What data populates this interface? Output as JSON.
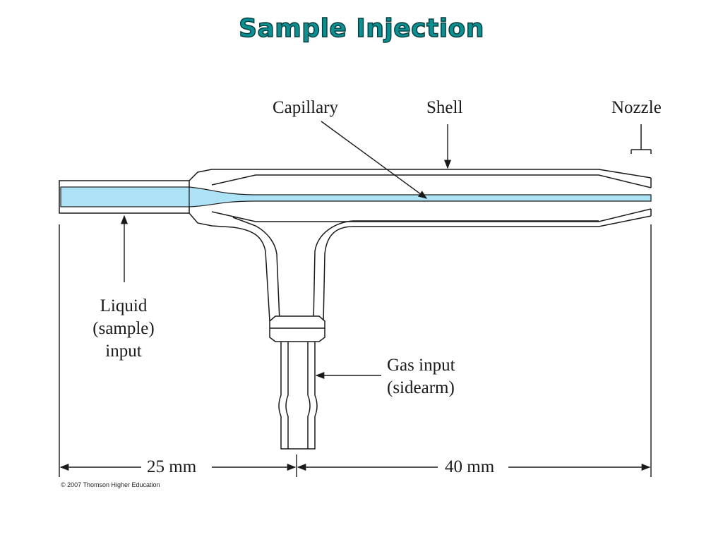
{
  "title": "Sample Injection",
  "labels": {
    "capillary": "Capillary",
    "shell": "Shell",
    "nozzle": "Nozzle",
    "liquid_input": [
      "Liquid",
      "(sample)",
      "input"
    ],
    "gas_input": [
      "Gas input",
      "(sidearm)"
    ],
    "dim_left": "25 mm",
    "dim_right": "40 mm"
  },
  "copyright": "© 2007 Thomson Higher Education",
  "colors": {
    "title_fill": "#0a8f92",
    "liquid": "#aee3f7",
    "stroke": "#1a1a1a"
  }
}
